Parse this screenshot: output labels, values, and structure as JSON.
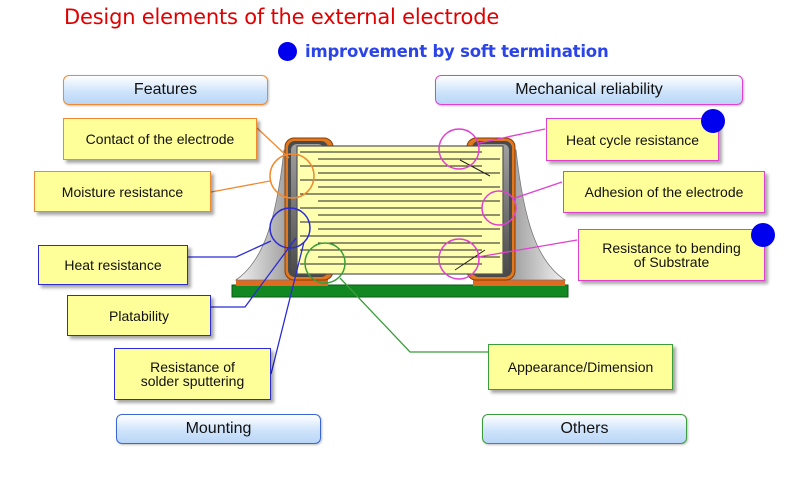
{
  "title": "Design elements of the external electrode",
  "legend": {
    "text": "improvement by soft termination",
    "dot_color": "#0000ee"
  },
  "categories": {
    "features": "Features",
    "mechanical": "Mechanical reliability",
    "mounting": "Mounting",
    "others": "Others"
  },
  "labels": {
    "contact": "Contact of the electrode",
    "moisture": "Moisture resistance",
    "heat_resistance": "Heat resistance",
    "platability": "Platability",
    "solder_line1": "Resistance of",
    "solder_line2": "solder sputtering",
    "heat_cycle": "Heat cycle resistance",
    "adhesion": "Adhesion of the electrode",
    "bending_line1": "Resistance to bending",
    "bending_line2": "of Substrate",
    "appearance": "Appearance/Dimension"
  },
  "colors": {
    "features": "#f08a30",
    "mechanical": "#e040d0",
    "mounting": "#2b2bd8",
    "others": "#3a9c3a",
    "title": "#e00000",
    "chip_body": "#ffffb0",
    "termination": "#e07820",
    "board": "#118822"
  }
}
